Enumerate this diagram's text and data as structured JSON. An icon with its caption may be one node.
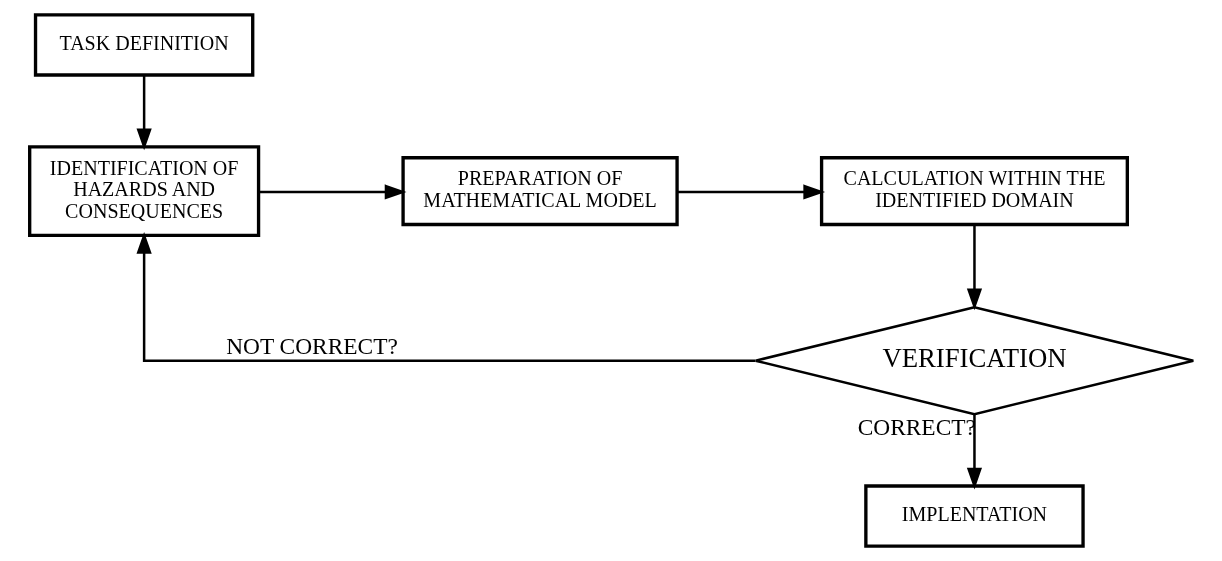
{
  "diagram": {
    "nodes": [
      {
        "text": [
          "TASK DEFINITION"
        ]
      },
      {
        "text": [
          "IDENTIFICATION OF HAZARDS AND CONSEQUENCES"
        ]
      },
      {
        "text": [
          "PREPARATION OF MATHEMATICAL MODEL"
        ]
      },
      {
        "text": [
          "CALCULATION WITHIN THE IDENTIFIED DOMAIN"
        ]
      },
      {
        "text": [
          "VERIFICATION"
        ]
      },
      {
        "text": [
          "IMPLENTATION"
        ]
      }
    ],
    "edges": [
      {
        "from": 0,
        "to": 1,
        "arrow": "to"
      },
      {
        "from": 1,
        "to": 2,
        "arrow": "to"
      },
      {
        "from": 2,
        "to": 3,
        "arrow": "to"
      },
      {
        "from": 3,
        "to": 4,
        "arrow": "to"
      },
      {
        "from": 4,
        "to": 1,
        "arrow": "to",
        "label": "NOT CORRECT?"
      },
      {
        "from": 4,
        "to": 5,
        "arrow": "to",
        "label": "CORRECT?"
      }
    ]
  }
}
